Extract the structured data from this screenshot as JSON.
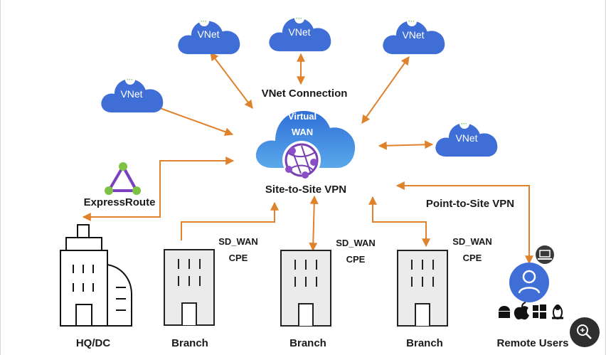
{
  "clouds": {
    "vnet_label": "VNet",
    "virtual_wan_line1": "Virtual",
    "virtual_wan_line2": "WAN"
  },
  "labels": {
    "vnet_connection": "VNet Connection",
    "site_to_site": "Site-to-Site VPN",
    "point_to_site": "Point-to-Site VPN",
    "expressroute": "ExpressRoute",
    "sdwan": "SD_WAN",
    "cpe": "CPE",
    "hq": "HQ/DC",
    "branch": "Branch",
    "remote_users": "Remote Users"
  },
  "icons": {
    "zoom": "zoom-in-icon",
    "platforms": [
      "android-icon",
      "apple-icon",
      "windows-icon",
      "linux-icon"
    ]
  },
  "colors": {
    "cloud": "#3f6fd6",
    "arrow": "#e0822b",
    "expressroute": "#7b3fbf",
    "user": "#3f6fd6"
  }
}
